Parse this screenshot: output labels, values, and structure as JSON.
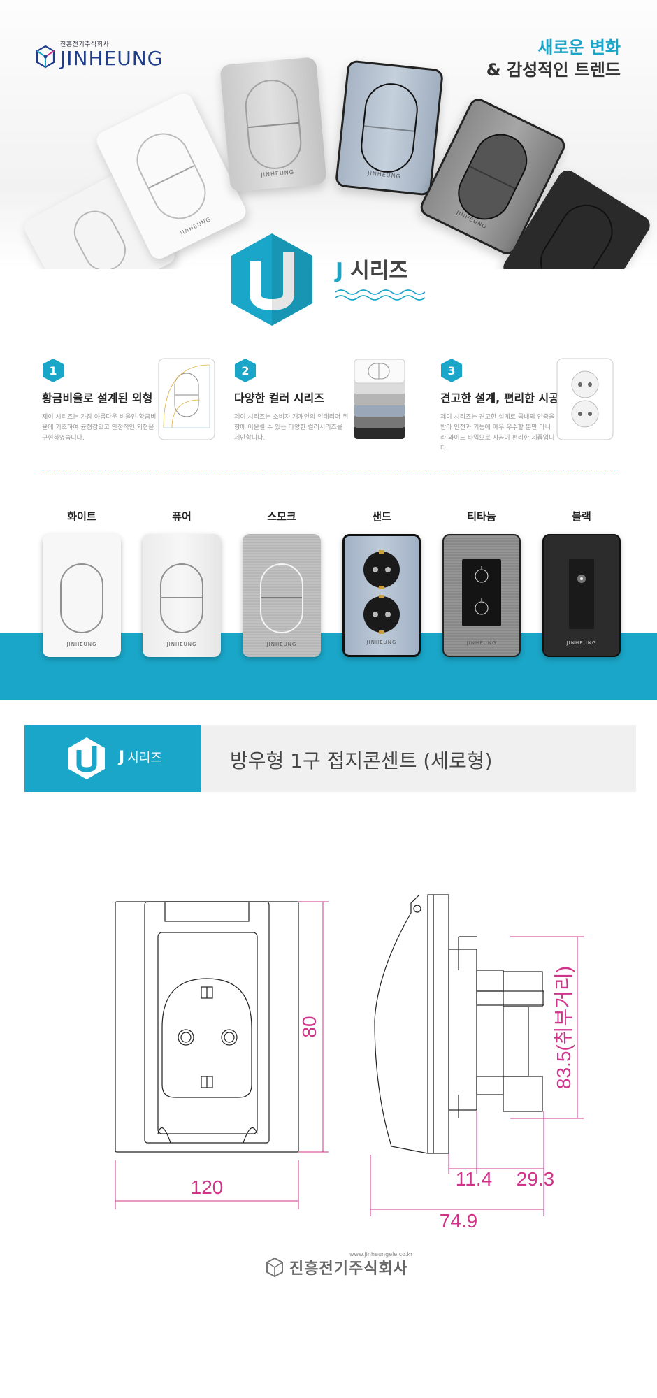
{
  "brand": {
    "name": "JINHEUNG",
    "korean_name": "진흥전기주식회사",
    "website": "www.jinheungele.co.kr",
    "accent_color": "#1aa6c8",
    "navy_color": "#1f3d8a"
  },
  "hero": {
    "tagline_line1": "새로운 변화",
    "tagline_line2": "& 감성적인 트렌드",
    "plate_brand": "JINHEUNG"
  },
  "series": {
    "letter": "J",
    "label": "시리즈"
  },
  "features": [
    {
      "number": "1",
      "title": "황금비율로 설계된 외형",
      "description": "제이 시리즈는 가장 아름다운 비율인 황금비율에 기초하여 균형감있고 안정적인 외형을 구현하였습니다."
    },
    {
      "number": "2",
      "title": "다양한 컬러 시리즈",
      "description": "제이 시리즈는 소비자 개개인의 인테리어 취향에 어울릴 수 있는 다양한 컬러시리즈를 제안합니다."
    },
    {
      "number": "3",
      "title": "견고한 설계, 편리한 시공",
      "description": "제이 시리즈는 견고한 설계로 국내외 인증을 받아 안전과 기능에 매우 우수할 뿐만 아니라 와이드 타입으로 시공이 편리한 제품입니다."
    }
  ],
  "colors": [
    {
      "name": "화이트",
      "swatch": "#f7f7f7"
    },
    {
      "name": "퓨어",
      "swatch": "#ebebeb"
    },
    {
      "name": "스모크",
      "swatch": "#b9b9b9"
    },
    {
      "name": "샌드",
      "swatch": "#a9b9cc"
    },
    {
      "name": "티타늄",
      "swatch": "#8c8c8c"
    },
    {
      "name": "블랙",
      "swatch": "#2e2e2e"
    }
  ],
  "product": {
    "name": "방우형 1구 접지콘센트 (세로형)"
  },
  "dimensions": {
    "width": "120",
    "height": "80",
    "depth_total": "74.9",
    "depth_front": "11.4",
    "depth_back": "29.3",
    "mount_distance": "83.5(취부거리)",
    "dimension_color": "#d0348a"
  }
}
